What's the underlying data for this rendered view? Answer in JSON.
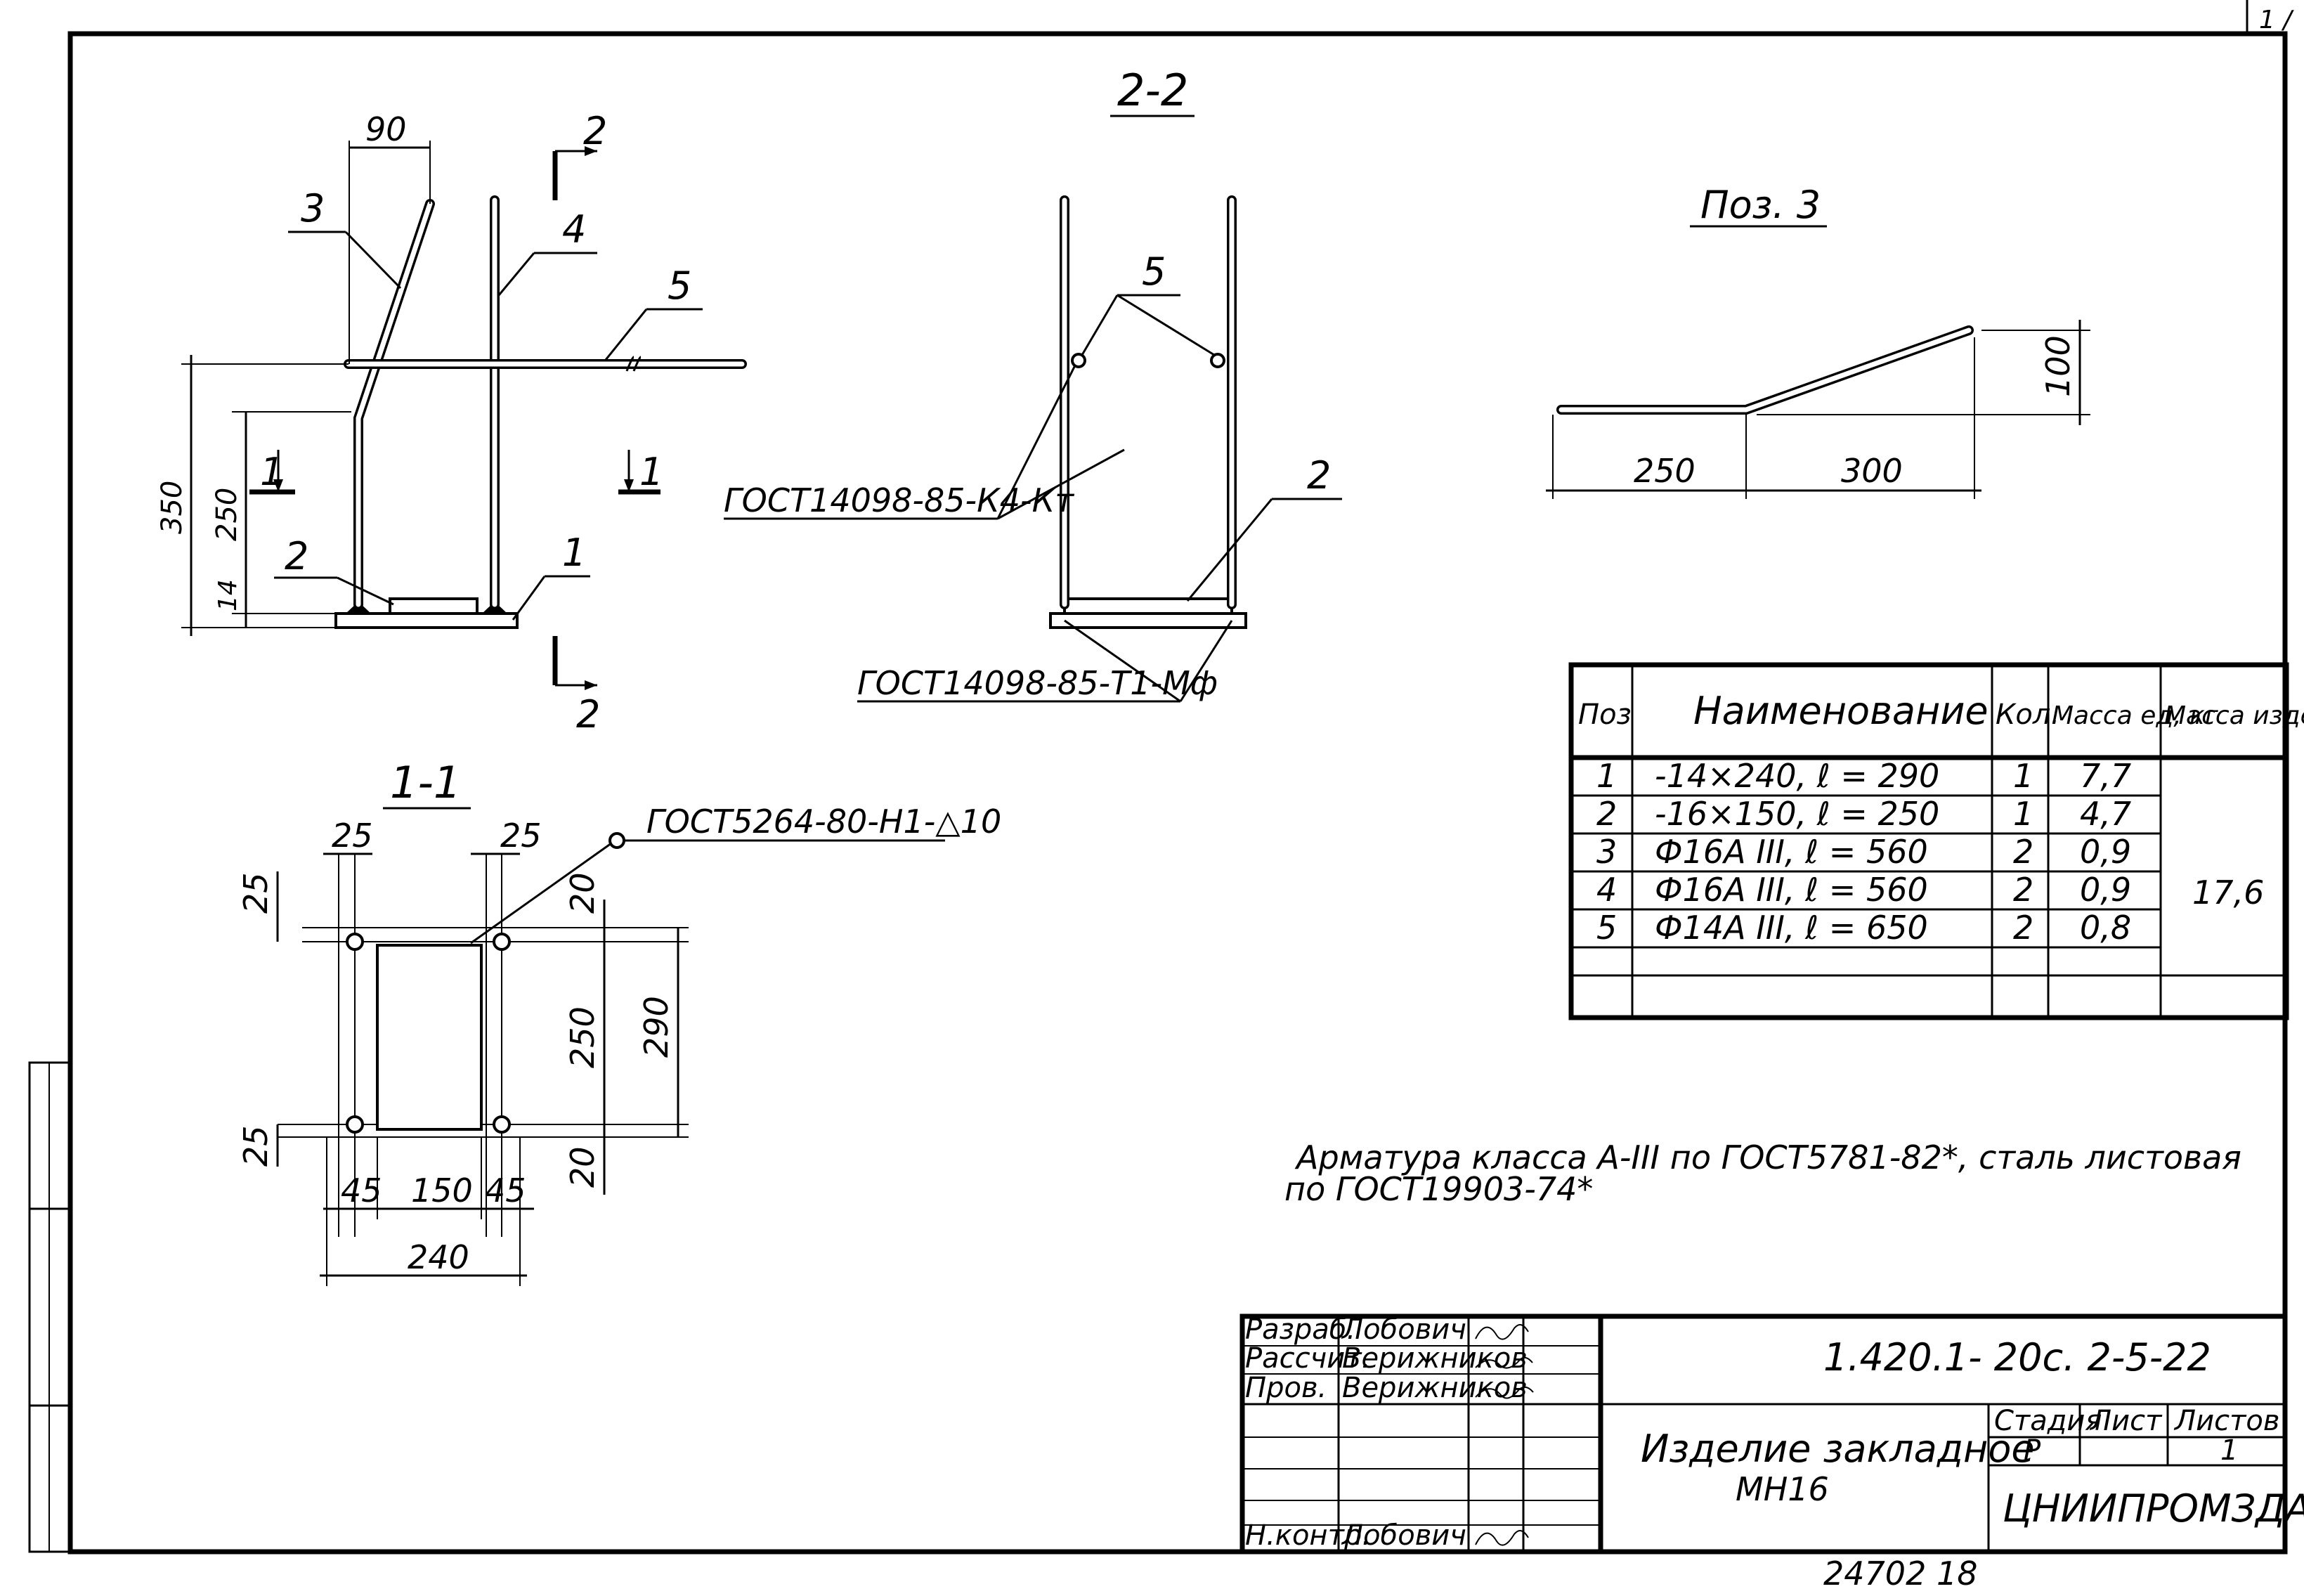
{
  "corner_tag": "1 /",
  "section_labels": {
    "main_cut_2_top": "2",
    "main_cut_2_bottom": "2",
    "main_cut_1_left": "1",
    "main_cut_1_right": "1",
    "section_22": "2-2",
    "section_11": "1-1",
    "pos3": "Поз. 3"
  },
  "main_view": {
    "dim_top": "90",
    "dim_total": "350",
    "dim_mid": "250",
    "dim_bottom": "14",
    "callouts": [
      "1",
      "2",
      "3",
      "4",
      "5"
    ]
  },
  "section_22": {
    "callout_5": "5",
    "callout_2": "2",
    "weld_top": "ГОСТ14098-85-К4-Кт",
    "weld_bottom": "ГОСТ14098-85-Т1-Мф"
  },
  "section_11": {
    "weld_note": "ГОСТ5264-80-Н1-△10",
    "dim_25_tl": "25",
    "dim_25_tr": "25",
    "dim_25_left": "25",
    "dim_25_bottom_left": "25",
    "dim_20_top": "20",
    "dim_20_bottom": "20",
    "dim_250": "250",
    "dim_290": "290",
    "dim_45_left": "45",
    "dim_150": "150",
    "dim_45_right": "45",
    "dim_240": "240"
  },
  "pos3": {
    "dim_250": "250",
    "dim_300": "300",
    "dim_100": "100"
  },
  "spec_table": {
    "headers": [
      "Поз",
      "Наименование",
      "Кол.",
      "Масса ед, кг",
      "Масса изделия, кг"
    ],
    "rows": [
      {
        "pos": "1",
        "name": "-14×240, ℓ = 290",
        "qty": "1",
        "mass": "7,7"
      },
      {
        "pos": "2",
        "name": "-16×150, ℓ = 250",
        "qty": "1",
        "mass": "4,7"
      },
      {
        "pos": "3",
        "name": "Ф16А III, ℓ = 560",
        "qty": "2",
        "mass": "0,9"
      },
      {
        "pos": "4",
        "name": "Ф16А III, ℓ = 560",
        "qty": "2",
        "mass": "0,9"
      },
      {
        "pos": "5",
        "name": "Ф14А III, ℓ = 650",
        "qty": "2",
        "mass": "0,8"
      }
    ],
    "total_mass": "17,6"
  },
  "note": {
    "line1": "Арматура класса А-III по ГОСТ5781-82*, сталь листовая",
    "line2": "по ГОСТ19903-74*"
  },
  "title_block": {
    "roles": [
      "Разраб.",
      "Рассчит.",
      "Пров.",
      "",
      "",
      "",
      "Н.контр."
    ],
    "names": [
      "Лобович",
      "Верижников",
      "Верижников",
      "",
      "",
      "",
      "Лобович"
    ],
    "code": "1.420.1- 20с. 2-5-22",
    "item_line1": "Изделие закладное",
    "item_line2": "МН16",
    "stage_header": "Стадия",
    "sheet_header": "Лист",
    "sheets_header": "Листов",
    "stage": "Р",
    "sheet": "",
    "sheets": "1",
    "org": "ЦНИИПРОМЗДАНИЙ"
  },
  "footer_number": "24702  18"
}
